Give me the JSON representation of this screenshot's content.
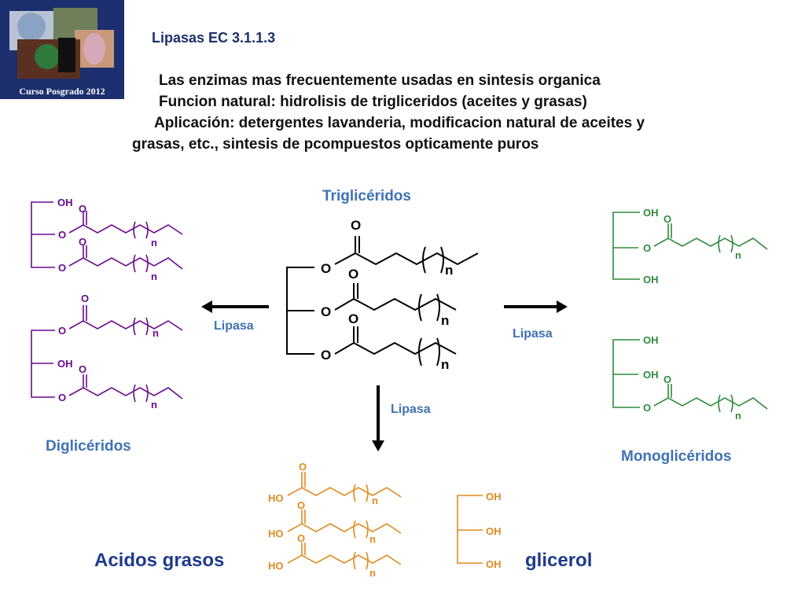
{
  "logo": {
    "caption": "Curso Posgrado 2012"
  },
  "header": {
    "title": "Lipasas  EC 3.1.1.3",
    "bullet_glyph": "",
    "bullets": [
      "Las enzimas mas frecuentemente usadas en sintesis organica",
      "Funcion natural: hidrolisis de trigliceridos (aceites y grasas)",
      "Aplicación: detergentes lavanderia, modificacion natural de aceites y",
      "grasas, etc., sintesis de pcompuestos opticamente puros"
    ]
  },
  "labels": {
    "trigliceridos": "Triglicéridos",
    "digliceridos": "Diglicéridos",
    "monogliceridos": "Monoglicéridos",
    "acidos_grasos": "Acidos grasos",
    "glicerol": "glicerol",
    "lipasa": "Lipasa"
  },
  "atoms": {
    "O": "O",
    "OH": "OH",
    "HO": "HO",
    "n": "n"
  },
  "colors": {
    "triglyceride": "#000000",
    "diglyceride": "#6a0a8c",
    "monoglyceride": "#2e8b3d",
    "fatty_acid": "#e08a1e",
    "label_blue": "#3f72b5",
    "dark_blue": "#1e3a8c"
  }
}
